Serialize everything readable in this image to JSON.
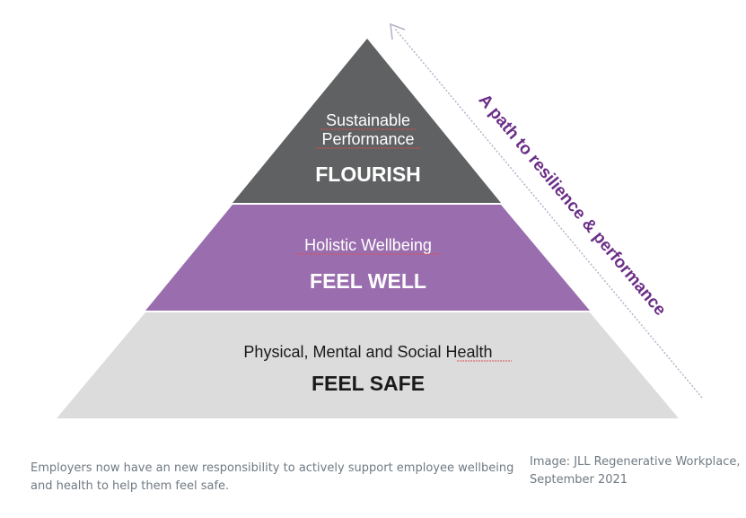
{
  "pyramid": {
    "tiers": [
      {
        "id": "top",
        "subtitle_lines": [
          "Sustainable",
          "Performance"
        ],
        "title": "FLOURISH",
        "fill": "#5f6162",
        "text_color": "#ffffff"
      },
      {
        "id": "middle",
        "subtitle_lines": [
          "Holistic Wellbeing"
        ],
        "title": "FEEL WELL",
        "fill": "#9a6eae",
        "text_color": "#ffffff"
      },
      {
        "id": "bottom",
        "subtitle_lines": [
          "Physical, Mental and Social Health"
        ],
        "title": "FEEL SAFE",
        "fill": "#dcdcdc",
        "text_color": "#1a1a1a"
      }
    ],
    "arrow_label": "A path to resilience & performance",
    "arrow_label_color": "#6b2e87",
    "arrow_color": "#b8b2c8"
  },
  "caption": {
    "text": "Employers now have an new responsibility to actively support employee wellbeing and health to help them feel safe.",
    "credit": "Image: JLL Regenerative Workplace, September 2021"
  }
}
